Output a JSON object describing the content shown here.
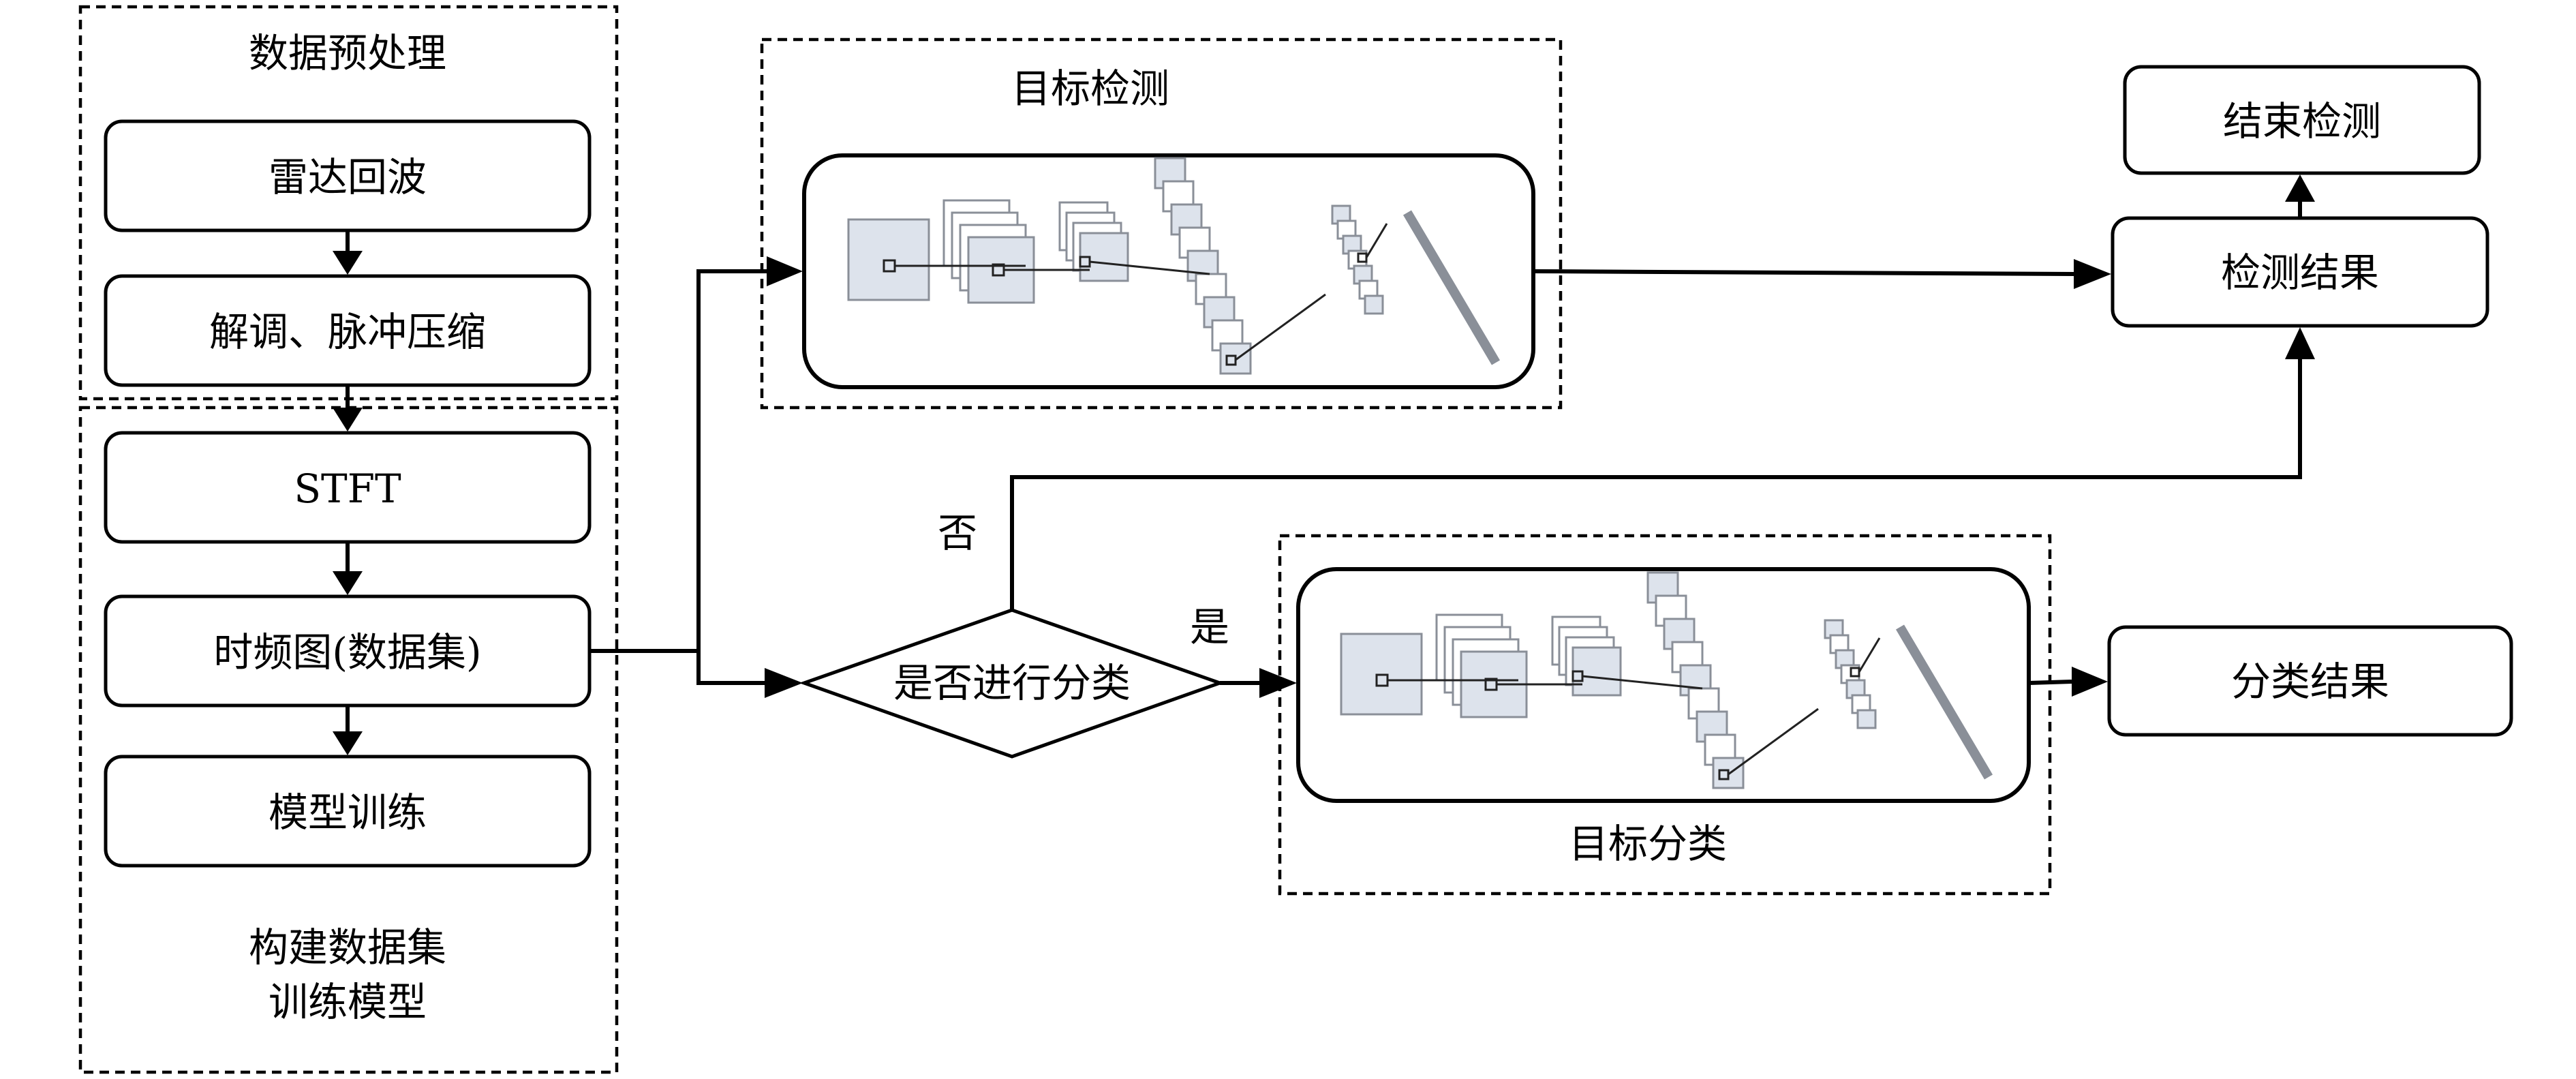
{
  "groups": {
    "preprocess": "数据预处理",
    "dataset_line1": "构建数据集",
    "dataset_line2": "训练模型",
    "detection": "目标检测",
    "classification": "目标分类"
  },
  "nodes": {
    "radar_echo": "雷达回波",
    "demod": "解调、脉冲压缩",
    "stft": "STFT",
    "tf_map": "时频图(数据集)",
    "train": "模型训练",
    "decision": "是否进行分类",
    "det_result": "检测结果",
    "end_det": "结束检测",
    "cls_result": "分类结果"
  },
  "edges": {
    "yes": "是",
    "no": "否"
  }
}
